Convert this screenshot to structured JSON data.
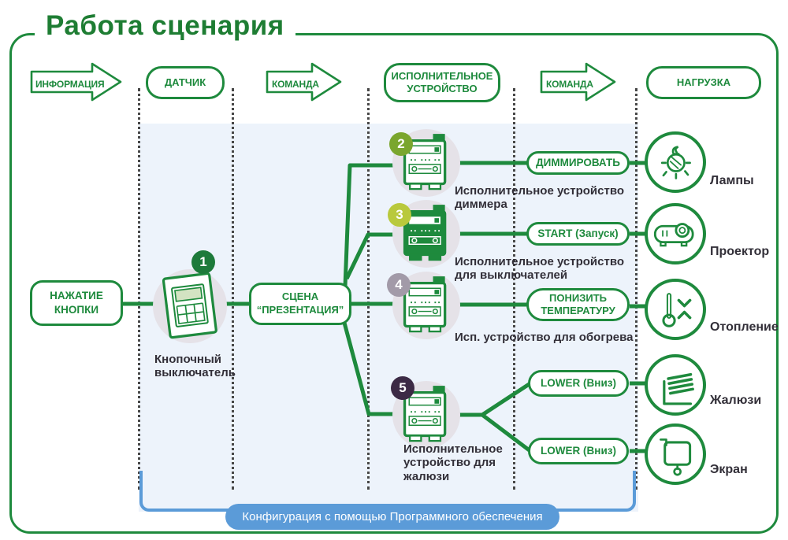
{
  "title": "Работа сценария",
  "header": {
    "items": [
      {
        "type": "arrow",
        "label": "ИНФОРМАЦИЯ"
      },
      {
        "type": "box",
        "label": "ДАТЧИК"
      },
      {
        "type": "arrow",
        "label": "КОМАНДА"
      },
      {
        "type": "box",
        "label": "ИСПОЛНИТЕЛЬНОЕ УСТРОЙСТВО"
      },
      {
        "type": "arrow",
        "label": "КОМАНДА"
      },
      {
        "type": "box",
        "label": "НАГРУЗКА"
      }
    ]
  },
  "trigger": {
    "label": "НАЖАТИЕ КНОПКИ"
  },
  "sensor": {
    "badge": "1",
    "label": "Кнопочный выключатель",
    "icon": "push-button-switch-icon"
  },
  "scene": {
    "line1": "СЦЕНА",
    "line2": "“ПРЕЗЕНТАЦИЯ”"
  },
  "actuators": [
    {
      "badge": "2",
      "label": "Исполнительное устройство диммера",
      "command": "ДИММИРОВАТЬ",
      "load": "Лампы",
      "load_icon": "lamp-icon"
    },
    {
      "badge": "3",
      "label": "Исполнительное устройство для выключателей",
      "command": "START (Запуск)",
      "load": "Проектор",
      "load_icon": "projector-icon"
    },
    {
      "badge": "4",
      "label": "Исп. устройство для обогрева",
      "command": "ПОНИЗИТЬ ТЕМПЕРАТУРУ",
      "load": "Отопление",
      "load_icon": "heating-icon"
    },
    {
      "badge": "5",
      "label": "Исполнительное устройство для жалюзи",
      "commands": [
        "LOWER (Вниз)",
        "LOWER (Вниз)"
      ],
      "loads": [
        "Жалюзи",
        "Экран"
      ],
      "load_icons": [
        "blinds-icon",
        "screen-icon"
      ]
    }
  ],
  "footer": {
    "label": "Конфигурация с помощью Программного обеспечения"
  },
  "colors": {
    "green": "#1e8a3d",
    "dark_text": "#322f38",
    "panel_blue": "#edf3fb",
    "accent_blue": "#5b9bd8",
    "badge_1": "#1d7a3a",
    "badge_2": "#7aa62e",
    "badge_3": "#b9c93c",
    "badge_4": "#a29aa8",
    "badge_5": "#3c2a45"
  }
}
